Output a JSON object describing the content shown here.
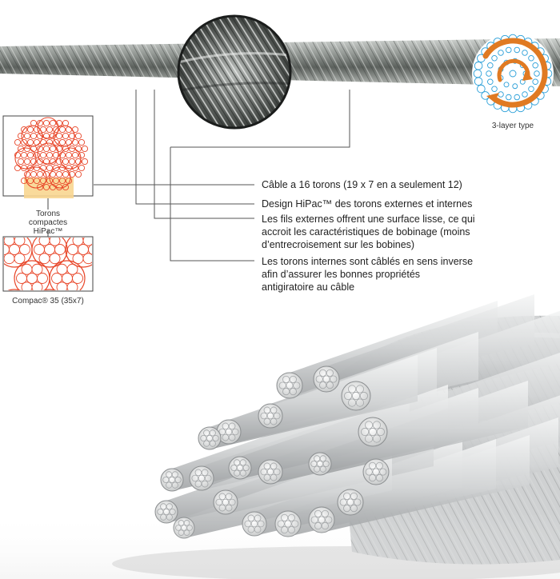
{
  "callouts": [
    {
      "id": "callout-16-strands",
      "text": "Câble a 16 torons (19 x 7 en a seulement 12)"
    },
    {
      "id": "callout-hipac",
      "text": "Design HiPac™ des torons externes et internes"
    },
    {
      "id": "callout-smooth-surface",
      "lines": [
        "Les fils externes offrent une surface lisse, ce qui",
        "accroit les caractéristiques de bobinage (moins",
        "d’entrecroisement sur les bobines)"
      ]
    },
    {
      "id": "callout-reverse-lay",
      "lines": [
        "Les torons internes sont câblés en sens inverse",
        "afin d’assurer les bonnes propriétés",
        "antigiratoire au câble"
      ]
    }
  ],
  "inset": {
    "label_lines": [
      "Torons",
      "compactes",
      "HiPac™"
    ],
    "caption": "Compac® 35 (35x7)"
  },
  "layer_badge": {
    "caption": "3-layer type"
  },
  "colors": {
    "strand_red": "#e8472a",
    "highlight_yellow": "#f8d690",
    "blue": "#2a9fd8",
    "orange": "#e07a22",
    "leader_line": "#555555"
  }
}
